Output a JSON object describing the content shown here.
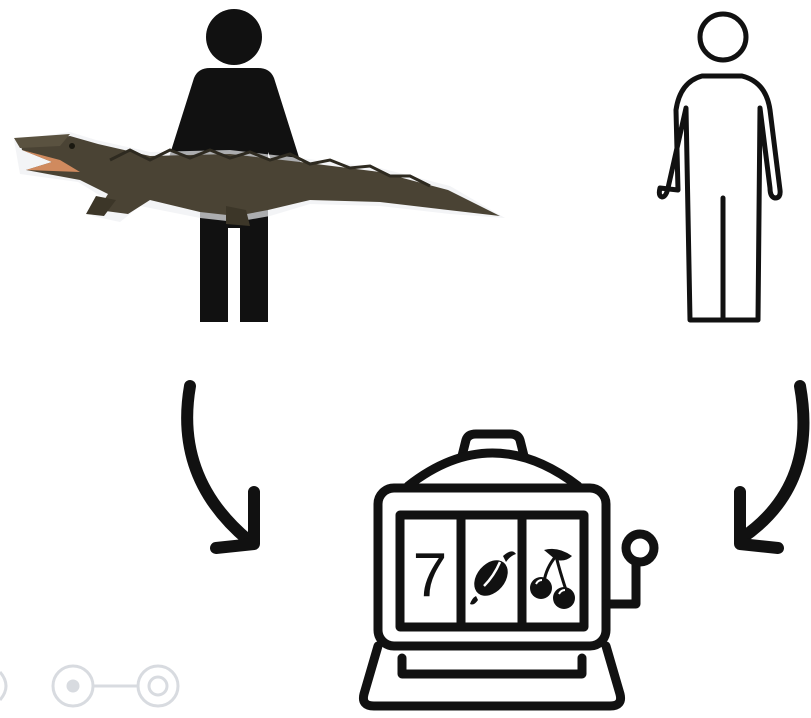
{
  "diagram": {
    "slot_machine": {
      "reel_1_symbol": "7",
      "reel_2_icon": "lemon-icon",
      "reel_3_icon": "cherries-icon"
    },
    "figures": {
      "left_person_icon": "filled-person-icon",
      "right_person_icon": "outline-person-icon",
      "animal_image": "alligator"
    },
    "arrows": [
      "curved-arrow-down-right",
      "curved-arrow-down-left"
    ],
    "colors": {
      "ink": "#111111",
      "background": "#ffffff",
      "alligator_body": "#4a4334",
      "alligator_mouth": "#d08a5e",
      "watermark": "#d8dbe0"
    }
  }
}
